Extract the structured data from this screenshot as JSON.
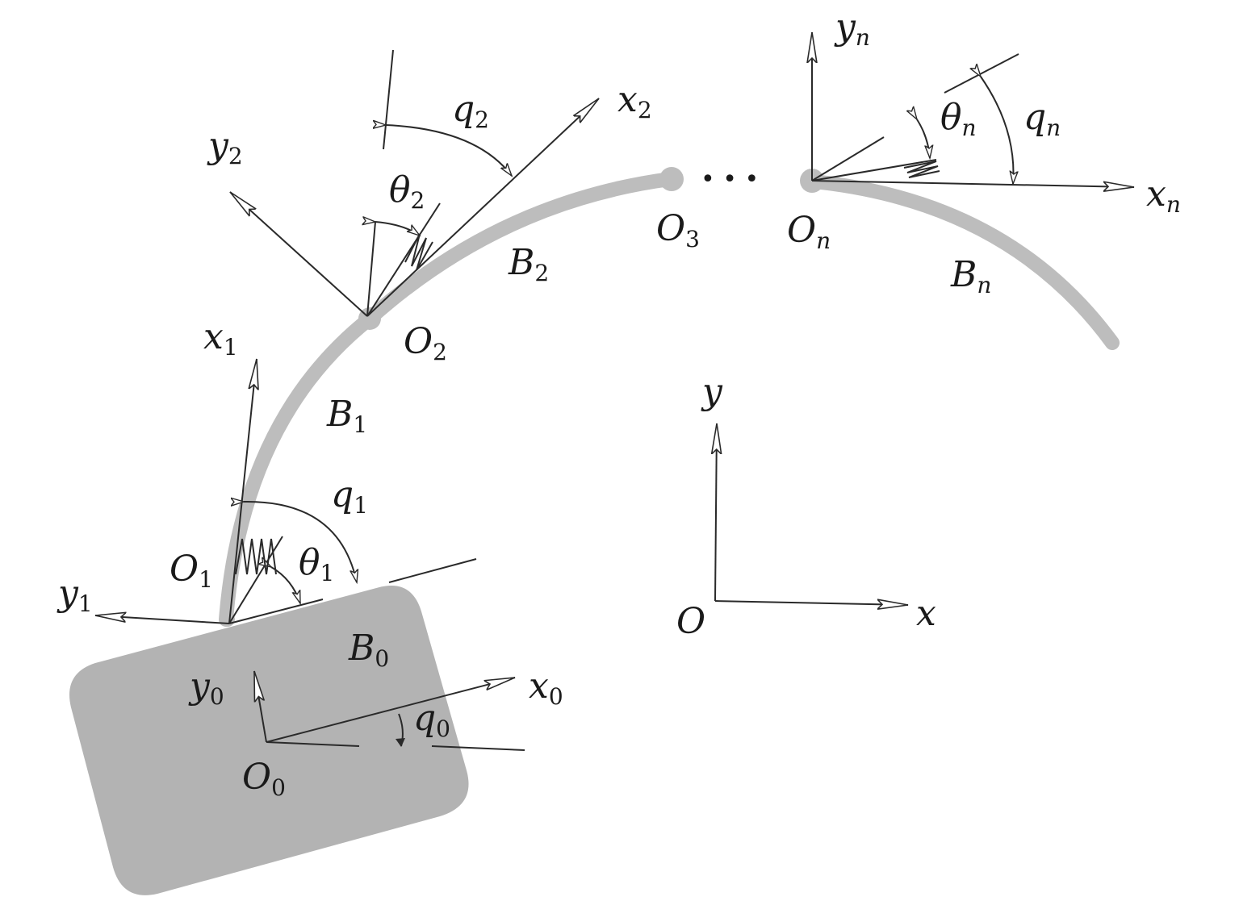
{
  "colors": {
    "body_fill": "#b3b3b3",
    "link_stroke": "#bdbdbd",
    "line": "#2a2a2a",
    "text": "#1a1a1a"
  },
  "labels": {
    "yn": {
      "base": "y",
      "sub": "n"
    },
    "xn": {
      "base": "x",
      "sub": "n"
    },
    "theta_n": {
      "base": "θ",
      "sub": "n"
    },
    "qn": {
      "base": "q",
      "sub": "n"
    },
    "On": {
      "base": "O",
      "sub": "n"
    },
    "Bn": {
      "base": "B",
      "sub": "n"
    },
    "O3": {
      "base": "O",
      "sub": "3"
    },
    "dots": "• • •",
    "x2": {
      "base": "x",
      "sub": "2"
    },
    "y2": {
      "base": "y",
      "sub": "2"
    },
    "q2": {
      "base": "q",
      "sub": "2"
    },
    "theta_2": {
      "base": "θ",
      "sub": "2"
    },
    "B2": {
      "base": "B",
      "sub": "2"
    },
    "O2": {
      "base": "O",
      "sub": "2"
    },
    "x1": {
      "base": "x",
      "sub": "1"
    },
    "B1": {
      "base": "B",
      "sub": "1"
    },
    "q1": {
      "base": "q",
      "sub": "1"
    },
    "O1": {
      "base": "O",
      "sub": "1"
    },
    "theta_1": {
      "base": "θ",
      "sub": "1"
    },
    "y1": {
      "base": "y",
      "sub": "1"
    },
    "B0": {
      "base": "B",
      "sub": "0"
    },
    "y0": {
      "base": "y",
      "sub": "0"
    },
    "x0": {
      "base": "x",
      "sub": "0"
    },
    "q0": {
      "base": "q",
      "sub": "0"
    },
    "O0": {
      "base": "O",
      "sub": "0"
    },
    "y": "y",
    "x": "x",
    "O": "O"
  }
}
